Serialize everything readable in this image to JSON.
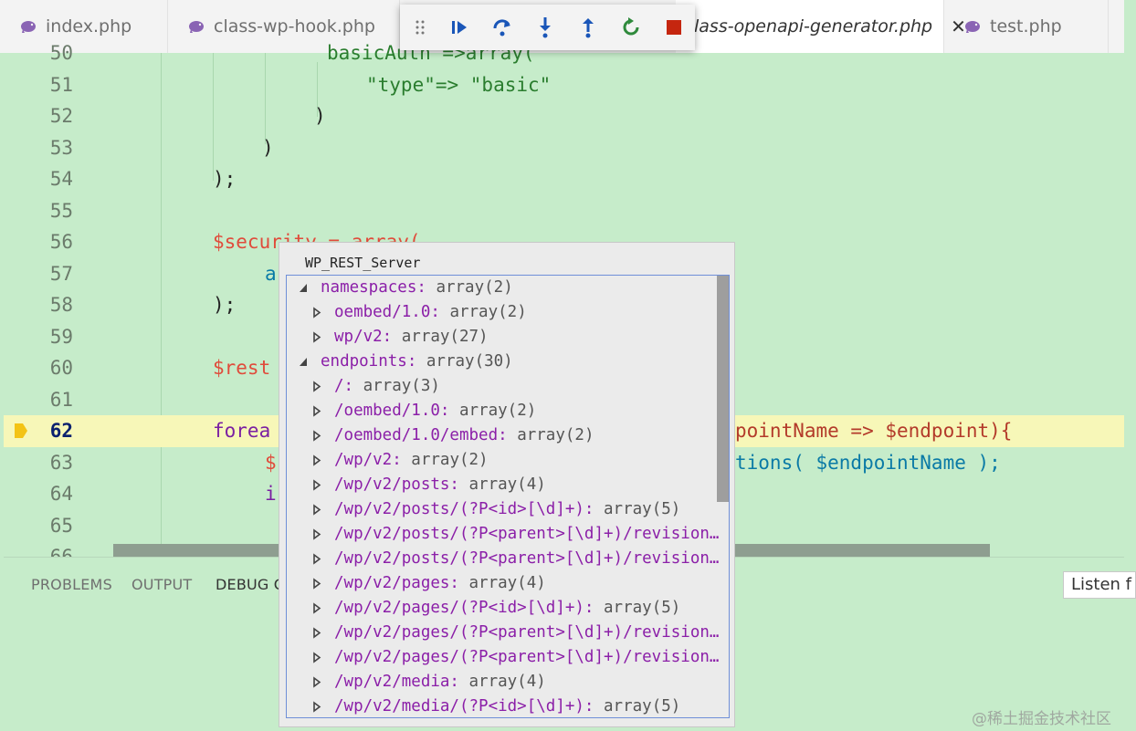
{
  "tabs": [
    {
      "label": "index.php",
      "active": false
    },
    {
      "label": "class-wp-hook.php",
      "active": false
    },
    {
      "label": "lass-openapi-generator.php",
      "active": true
    },
    {
      "label": "test.php",
      "active": false
    }
  ],
  "debug_toolbar": {
    "buttons": [
      "grip-icon",
      "continue-icon",
      "step-over-icon",
      "step-into-icon",
      "step-out-icon",
      "restart-icon",
      "stop-icon"
    ]
  },
  "editor": {
    "current_line": 62,
    "lines": [
      {
        "n": "50",
        "code": "basicAuth =>array("
      },
      {
        "n": "51",
        "code": "\"type\"=> \"basic\""
      },
      {
        "n": "52",
        "code": ")"
      },
      {
        "n": "53",
        "code": ")"
      },
      {
        "n": "54",
        "code": ");"
      },
      {
        "n": "55",
        "code": ""
      },
      {
        "n": "56",
        "code": "$security = array("
      },
      {
        "n": "57",
        "code": "a"
      },
      {
        "n": "58",
        "code": ");"
      },
      {
        "n": "59",
        "code": ""
      },
      {
        "n": "60",
        "code": "$rest"
      },
      {
        "n": "61",
        "code": ""
      },
      {
        "n": "62",
        "code": "forea",
        "tail": "pointName => $endpoint){"
      },
      {
        "n": "63",
        "code": "$",
        "tail": "tions( $endpointName );"
      },
      {
        "n": "64",
        "code": "i"
      },
      {
        "n": "65",
        "code": ""
      },
      {
        "n": "66",
        "code": ""
      }
    ]
  },
  "hover": {
    "title": "WP_REST_Server",
    "rows": [
      {
        "key": "namespaces:",
        "value": "array(2)",
        "depth": 0,
        "expanded": true
      },
      {
        "key": "oembed/1.0:",
        "value": "array(2)",
        "depth": 1,
        "expanded": false
      },
      {
        "key": "wp/v2:",
        "value": "array(27)",
        "depth": 1,
        "expanded": false
      },
      {
        "key": "endpoints:",
        "value": "array(30)",
        "depth": 0,
        "expanded": true
      },
      {
        "key": "/:",
        "value": "array(3)",
        "depth": 1,
        "expanded": false
      },
      {
        "key": "/oembed/1.0:",
        "value": "array(2)",
        "depth": 1,
        "expanded": false
      },
      {
        "key": "/oembed/1.0/embed:",
        "value": "array(2)",
        "depth": 1,
        "expanded": false
      },
      {
        "key": "/wp/v2:",
        "value": "array(2)",
        "depth": 1,
        "expanded": false
      },
      {
        "key": "/wp/v2/posts:",
        "value": "array(4)",
        "depth": 1,
        "expanded": false
      },
      {
        "key": "/wp/v2/posts/(?P<id>[\\d]+):",
        "value": "array(5)",
        "depth": 1,
        "expanded": false
      },
      {
        "key": "/wp/v2/posts/(?P<parent>[\\d]+)/revision…",
        "value": "",
        "depth": 1,
        "expanded": false
      },
      {
        "key": "/wp/v2/posts/(?P<parent>[\\d]+)/revision…",
        "value": "",
        "depth": 1,
        "expanded": false
      },
      {
        "key": "/wp/v2/pages:",
        "value": "array(4)",
        "depth": 1,
        "expanded": false
      },
      {
        "key": "/wp/v2/pages/(?P<id>[\\d]+):",
        "value": "array(5)",
        "depth": 1,
        "expanded": false
      },
      {
        "key": "/wp/v2/pages/(?P<parent>[\\d]+)/revision…",
        "value": "",
        "depth": 1,
        "expanded": false
      },
      {
        "key": "/wp/v2/pages/(?P<parent>[\\d]+)/revision…",
        "value": "",
        "depth": 1,
        "expanded": false
      },
      {
        "key": "/wp/v2/media:",
        "value": "array(4)",
        "depth": 1,
        "expanded": false
      },
      {
        "key": "/wp/v2/media/(?P<id>[\\d]+):",
        "value": "array(5)",
        "depth": 1,
        "expanded": false
      }
    ]
  },
  "panel": {
    "tabs": [
      "PROBLEMS",
      "OUTPUT",
      "DEBUG C"
    ],
    "listen_label": "Listen f"
  },
  "watermark": "@稀土掘金技术社区",
  "colors": {
    "editor_bg": "#c6ecca",
    "current_line": "#f7f7b8",
    "keyword": "#7a1fa2",
    "variable": "#e04b3b",
    "string": "#2a7d2e",
    "stop": "#c5260f",
    "restart": "#2f8a3c"
  }
}
